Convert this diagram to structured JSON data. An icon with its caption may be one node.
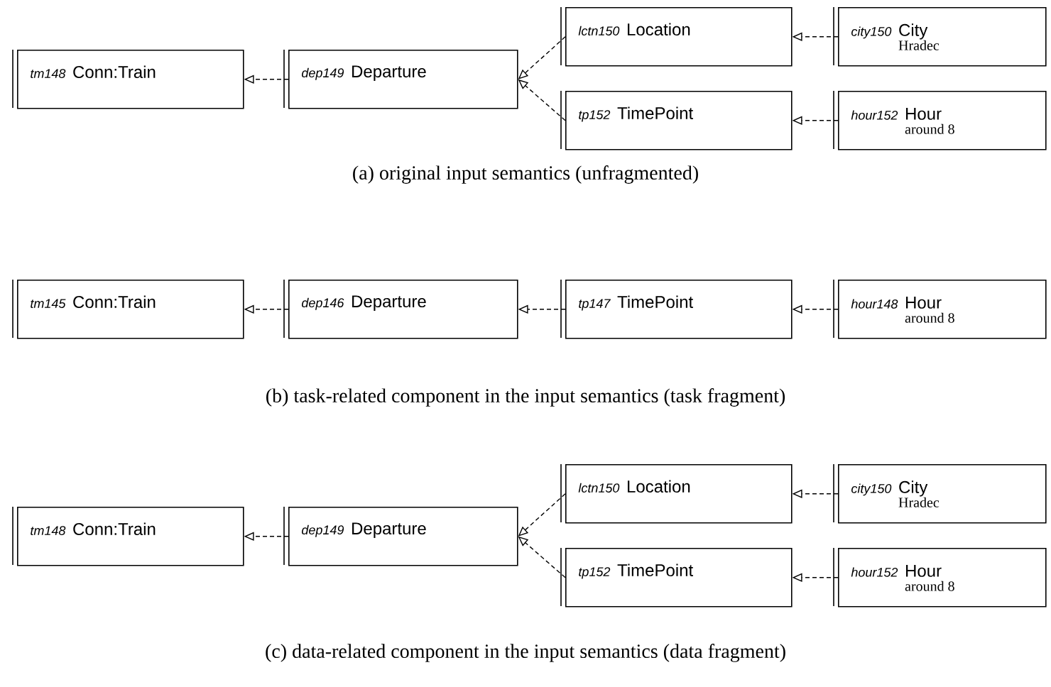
{
  "diagram": {
    "nodes": [
      {
        "text": [
          "tm148",
          "Conn:Train"
        ]
      },
      {
        "text": [
          "dep149",
          "Departure"
        ]
      },
      {
        "text": [
          "lctn150",
          "Location"
        ]
      },
      {
        "text": [
          "city150",
          "City",
          "Hradec"
        ]
      },
      {
        "text": [
          "tp152",
          "TimePoint"
        ]
      },
      {
        "text": [
          "hour152",
          "Hour",
          "around 8"
        ]
      },
      {
        "text": [
          "tm145",
          "Conn:Train"
        ]
      },
      {
        "text": [
          "dep146",
          "Departure"
        ]
      },
      {
        "text": [
          "tp147",
          "TimePoint"
        ]
      },
      {
        "text": [
          "hour148",
          "Hour",
          "around 8"
        ]
      },
      {
        "text": [
          "tm148",
          "Conn:Train"
        ]
      },
      {
        "text": [
          "dep149",
          "Departure"
        ]
      },
      {
        "text": [
          "lctn150",
          "Location"
        ]
      },
      {
        "text": [
          "city150",
          "City",
          "Hradec"
        ]
      },
      {
        "text": [
          "tp152",
          "TimePoint"
        ]
      },
      {
        "text": [
          "hour152",
          "Hour",
          "around 8"
        ]
      }
    ],
    "edges": [
      {
        "from": 1,
        "to": 0,
        "arrow": "to",
        "style": "dashed"
      },
      {
        "from": 2,
        "to": 1,
        "arrow": "to",
        "style": "dashed"
      },
      {
        "from": 4,
        "to": 1,
        "arrow": "to",
        "style": "dashed"
      },
      {
        "from": 3,
        "to": 2,
        "arrow": "to",
        "style": "dashed"
      },
      {
        "from": 5,
        "to": 4,
        "arrow": "to",
        "style": "dashed"
      },
      {
        "from": 7,
        "to": 6,
        "arrow": "to",
        "style": "dashed"
      },
      {
        "from": 8,
        "to": 7,
        "arrow": "to",
        "style": "dashed"
      },
      {
        "from": 9,
        "to": 8,
        "arrow": "to",
        "style": "dashed"
      },
      {
        "from": 11,
        "to": 10,
        "arrow": "to",
        "style": "dashed"
      },
      {
        "from": 12,
        "to": 11,
        "arrow": "to",
        "style": "dashed"
      },
      {
        "from": 14,
        "to": 11,
        "arrow": "to",
        "style": "dashed"
      },
      {
        "from": 13,
        "to": 12,
        "arrow": "to",
        "style": "dashed"
      },
      {
        "from": 15,
        "to": 14,
        "arrow": "to",
        "style": "dashed"
      }
    ],
    "labels": [
      "(a) original input semantics (unfragmented)",
      "(b) task-related component in the input semantics (task fragment)",
      "(c) data-related component in the input semantics (data fragment)"
    ]
  }
}
